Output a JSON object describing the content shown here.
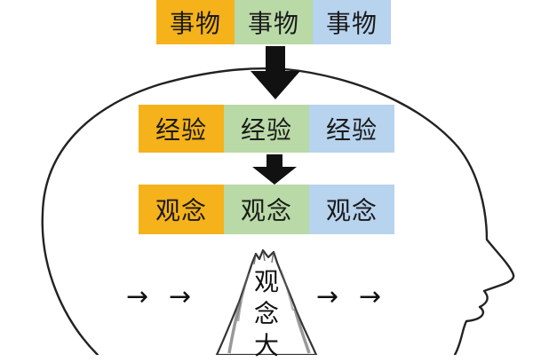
{
  "rows": {
    "top": [
      "事物",
      "事物",
      "事物"
    ],
    "middle": [
      "经验",
      "经验",
      "经验"
    ],
    "bottom": [
      "观念",
      "观念",
      "观念"
    ]
  },
  "mountain_label": [
    "观",
    "念",
    "大"
  ],
  "side_arrows": [
    "→",
    "→",
    "→",
    "→"
  ],
  "colors": {
    "orange": "#f5b21b",
    "green": "#b9d9a6",
    "blue": "#b7d3ee",
    "arrow": "#111111"
  }
}
